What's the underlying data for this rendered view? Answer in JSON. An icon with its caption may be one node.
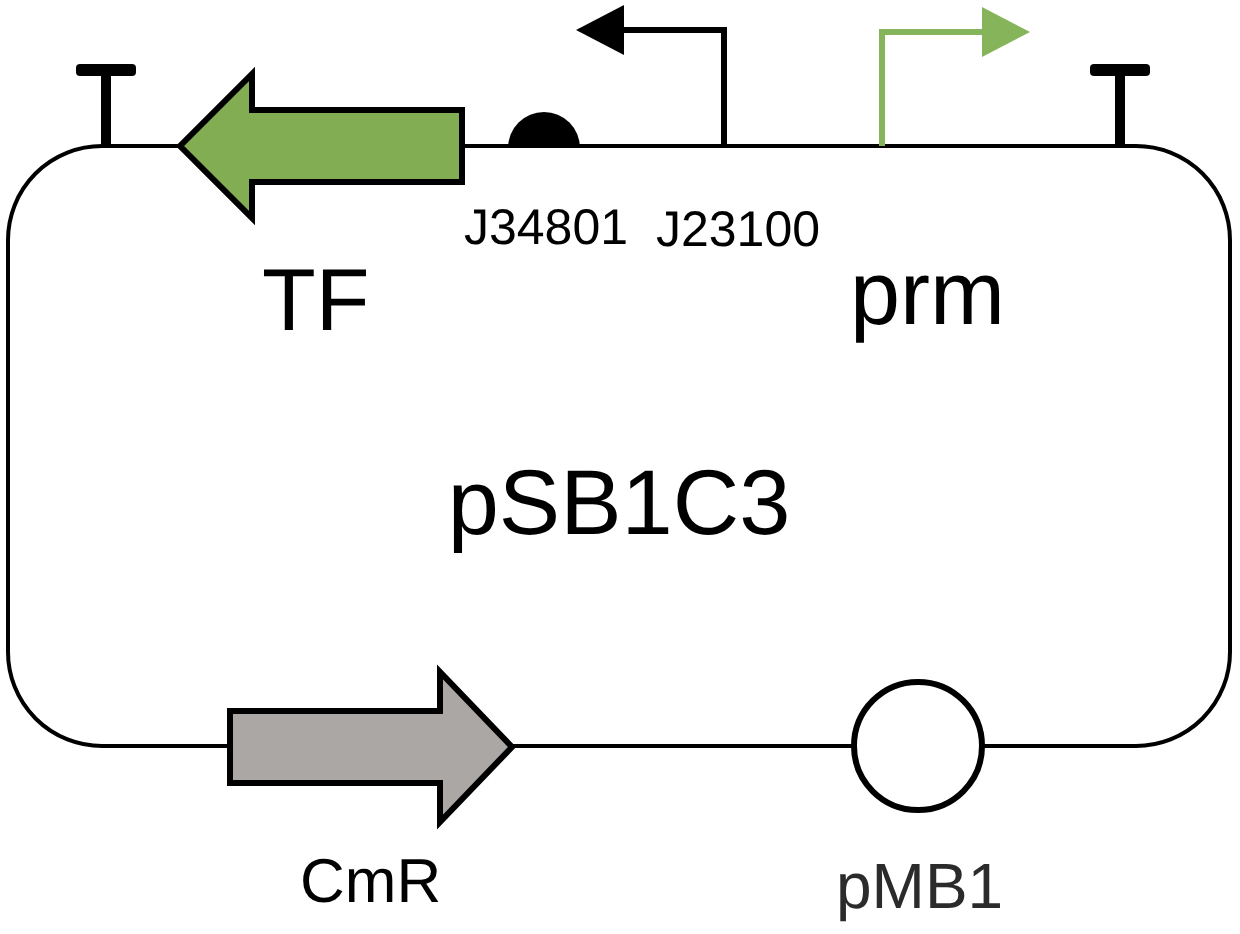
{
  "diagram": {
    "nodes": [
      {
        "text": [
          "pSB1C3"
        ]
      },
      {
        "text": [],
        "shape": "terminator"
      },
      {
        "text": [],
        "shape": "arrow",
        "beside": [
          "TF"
        ]
      },
      {
        "text": [],
        "shape": "semicircle"
      },
      {
        "text": [],
        "shape": "bent-arrow"
      },
      {
        "text": [],
        "shape": "bent-arrow"
      },
      {
        "text": [],
        "shape": "terminator"
      },
      {
        "text": [],
        "shape": "arrow",
        "beside": [
          "CmR"
        ]
      },
      {
        "text": [],
        "shape": "circle",
        "beside": [
          "pMB1"
        ]
      }
    ],
    "labels": [
      "J34801",
      "J23100",
      "prm"
    ]
  }
}
